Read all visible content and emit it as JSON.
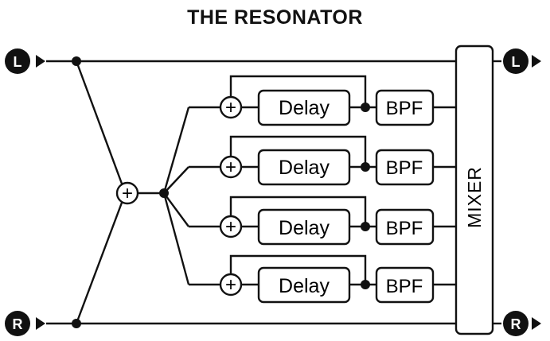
{
  "title": "THE RESONATOR",
  "inputs": [
    {
      "label": "L",
      "icon": "input-l-icon"
    },
    {
      "label": "R",
      "icon": "input-r-icon"
    }
  ],
  "outputs": [
    {
      "label": "L",
      "icon": "output-l-icon"
    },
    {
      "label": "R",
      "icon": "output-r-icon"
    }
  ],
  "summer_symbol": "+",
  "branches": [
    {
      "sum_symbol": "+",
      "delay_label": "Delay",
      "filter_label": "BPF"
    },
    {
      "sum_symbol": "+",
      "delay_label": "Delay",
      "filter_label": "BPF"
    },
    {
      "sum_symbol": "+",
      "delay_label": "Delay",
      "filter_label": "BPF"
    },
    {
      "sum_symbol": "+",
      "delay_label": "Delay",
      "filter_label": "BPF"
    }
  ],
  "mixer_label": "MIXER",
  "colors": {
    "line": "#111111",
    "background": "#ffffff",
    "badge_text": "#ffffff"
  }
}
